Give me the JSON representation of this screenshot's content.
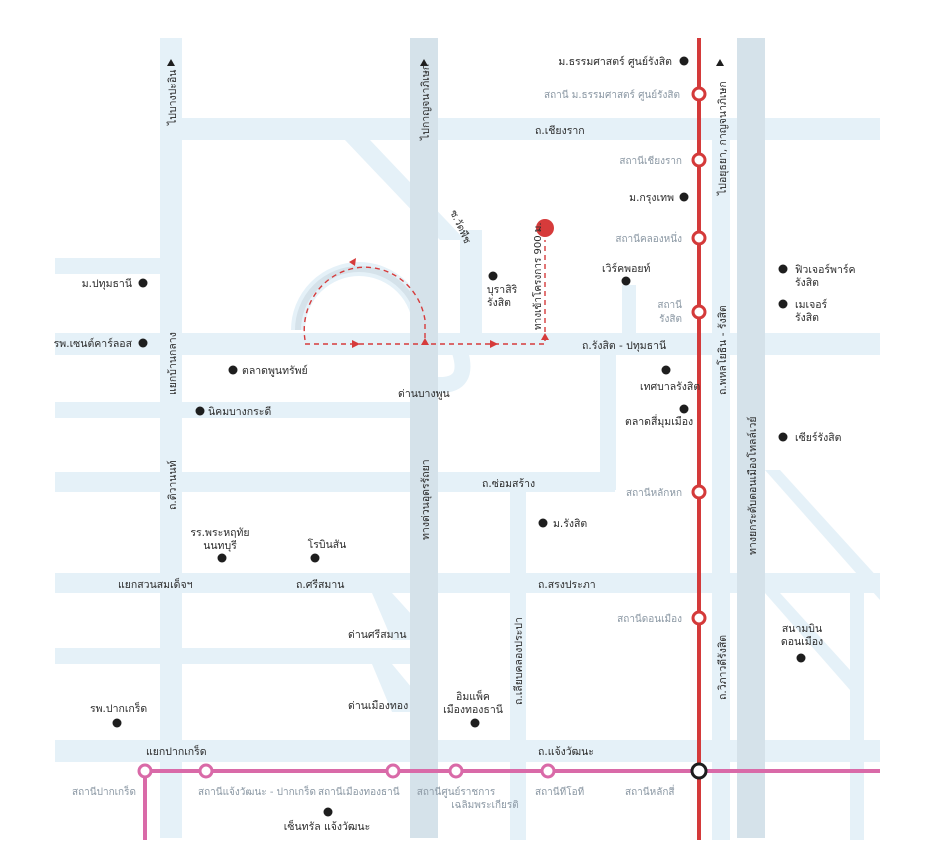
{
  "colors": {
    "road": "#e5f1f8",
    "highway": "#d5e2ea",
    "red_line": "#d43a3a",
    "pink_line": "#d96aa8",
    "poi": "#1e1e1e",
    "station_label": "#8a97a3",
    "target": "#d63b3b"
  },
  "roads": {
    "chiang_rak": "ถ.เชียงราก",
    "rangsit_pathum": "ถ.รังสิต - ปทุมธานี",
    "chom_sang": "ถ.ซ่อมสร้าง",
    "si_saman": "ถ.ศรีสมาน",
    "song_prapa": "ถ.สรงประภา",
    "chaeng_watthana": "ถ.แจ้งวัฒนะ",
    "tiwanon": "ถ.ติวานนท์",
    "bang_phun_junction": "แยกบ้านกลาง",
    "to_bang_pa_in": "ไปบางปะอิน",
    "to_kanchanaphisek": "ไปกาญจนาภิเษก",
    "to_ayutthaya": "ไปอยุธยา, กาญจนาภิเษก",
    "udon_ratthaya": "ทางด่วนอุดรรัถยา",
    "phahonyothin": "ถ.พหลโยธิน - รังสิต",
    "don_mueang_tollway": "ทางยกระดับดอนเมืองโทลล์เวย์",
    "wiphawadi": "ถ.วิภาวดีรังสิต",
    "khlong_prapa": "ถ.เลียบคลองประปา",
    "soi_wat_phrom": "ซ.วัดพืช",
    "entrance_label": "ทางเข้าโครงการ 900 ม.",
    "sanam_bin_junction": "แยกสวนสมเด็จฯ",
    "pak_kret_junction": "แยกปากเกร็ด"
  },
  "red_stations": [
    "สถานี ม.ธรรมศาสตร์ ศูนย์รังสิต",
    "สถานีเชียงราก",
    "สถานีคลองหนึ่ง",
    "สถานี",
    "รังสิต",
    "สถานีหลักหก",
    "สถานีดอนเมือง"
  ],
  "pink_stations": [
    "สถานีปากเกร็ด",
    "สถานีแจ้งวัฒนะ - ปากเกร็ด",
    "สถานีเมืองทองธานี",
    "สถานีศูนย์ราชการ",
    "เฉลิมพระเกียรติ",
    "สถานีทีโอที",
    "สถานีหลักสี่"
  ],
  "pois": {
    "thammasat": "ม.ธรรมศาสตร์ ศูนย์รังสิต",
    "krungthep": "ม.กรุงเทพ",
    "worldpoint": "เวิร์คพอยท์",
    "pathumthani_univ": "ม.ปทุมธานี",
    "st_carlos": "รพ.เซนต์คาร์ลอส",
    "talad_phun": "ตลาดพูนทรัพย์",
    "nikhom": "นิคมบางกระดี",
    "burasiri_1": "บุราสิริ",
    "burasiri_2": "รังสิต",
    "tesaban": "เทศบาลรังสิต",
    "talad_si_mum": "ตลาดสี่มุมเมือง",
    "future_park_1": "ฟิวเจอร์พาร์ค",
    "future_park_2": "รังสิต",
    "major_1": "เมเจอร์",
    "major_2": "รังสิต",
    "zeer": "เซียร์รังสิต",
    "rangsit_univ": "ม.รังสิต",
    "school_1": "รร.พระหฤทัย",
    "school_2": "นนทบุรี",
    "robinson": "โรบินสัน",
    "si_saman_toll": "ด่านศรีสมาน",
    "mueang_thong_toll": "ด่านเมืองทอง",
    "impact_1": "อิมแพ็ค",
    "impact_2": "เมืองทองธานี",
    "pak_kret_hosp": "รพ.ปากเกร็ด",
    "central_1": "เซ็นทรัล แจ้งวัฒนะ",
    "don_mueang_airport_1": "สนามบิน",
    "don_mueang_airport_2": "ดอนเมือง",
    "bang_phun_toll": "ด่านบางพูน"
  }
}
